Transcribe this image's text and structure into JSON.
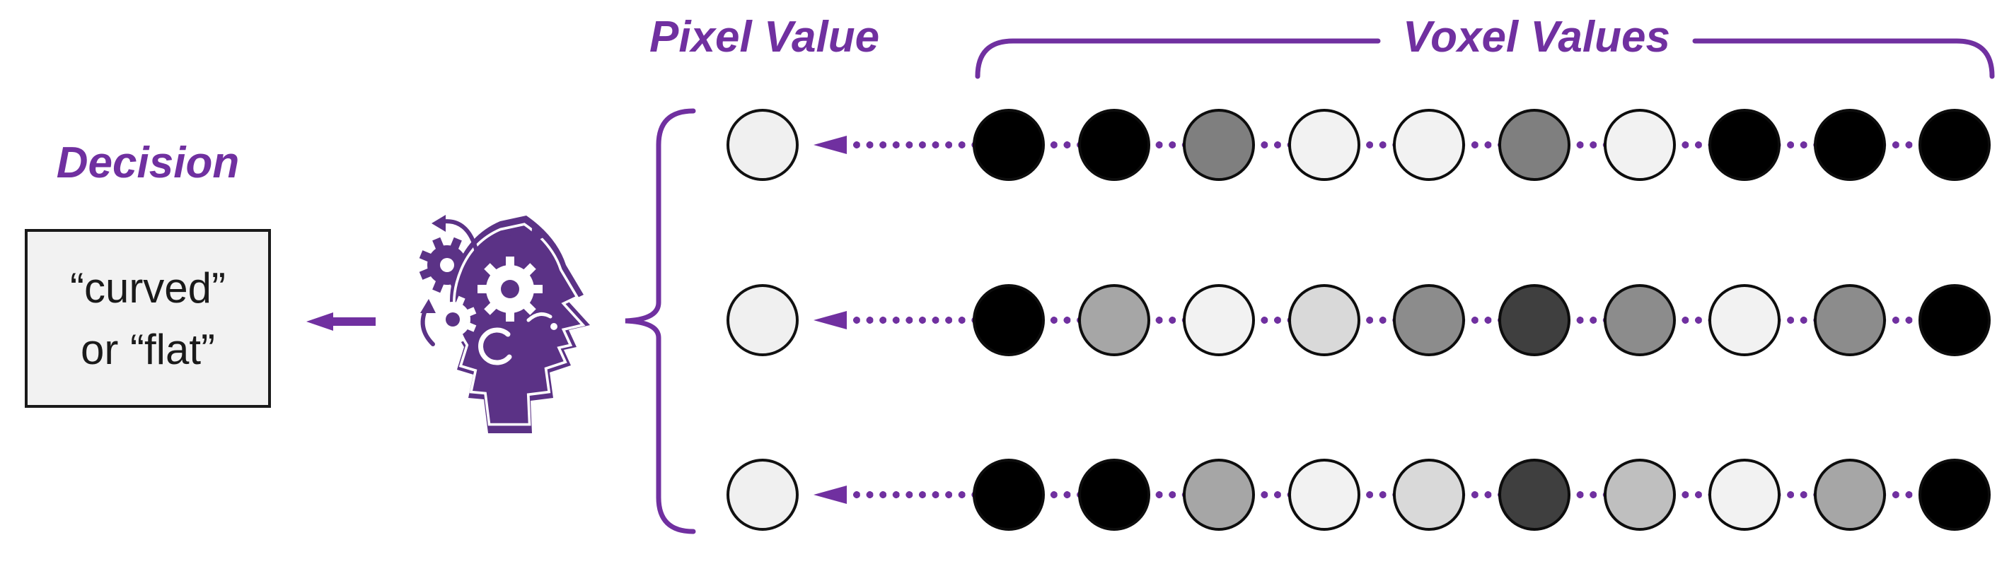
{
  "labels": {
    "decision": "Decision",
    "pixel_value": "Pixel Value",
    "voxel_values": "Voxel Values"
  },
  "decision_box": {
    "text_line1": "“curved”",
    "text_line2": "or “flat”"
  },
  "icons": {
    "head": "thinking-head-with-gears-icon",
    "decision_arrow": "left-block-arrow-icon",
    "row_arrow": "left-arrowhead-icon",
    "left_brace": "curly-brace-left",
    "top_bracket": "voxel-values-bracket"
  },
  "colors": {
    "accent_purple": "#7030a0",
    "icon_purple": "#5b3286",
    "box_fill": "#f2f2f2",
    "box_border": "#1a1a1a",
    "pixel_circle_fill": "#f0f0f0",
    "circle_outline": "#0d0d0d"
  },
  "rows": [
    {
      "pixel_color": "#f0f0f0",
      "voxel_colors": [
        "#000000",
        "#000000",
        "#7f7f7f",
        "#f2f2f2",
        "#f2f2f2",
        "#7f7f7f",
        "#f2f2f2",
        "#000000",
        "#000000",
        "#000000"
      ]
    },
    {
      "pixel_color": "#f0f0f0",
      "voxel_colors": [
        "#000000",
        "#a6a6a6",
        "#f2f2f2",
        "#d9d9d9",
        "#8c8c8c",
        "#3f3f3f",
        "#8c8c8c",
        "#f2f2f2",
        "#8c8c8c",
        "#000000"
      ]
    },
    {
      "pixel_color": "#f0f0f0",
      "voxel_colors": [
        "#000000",
        "#000000",
        "#a6a6a6",
        "#f2f2f2",
        "#d9d9d9",
        "#3f3f3f",
        "#bfbfbf",
        "#f2f2f2",
        "#a6a6a6",
        "#000000"
      ]
    }
  ],
  "row_centers_y": [
    205,
    453,
    700
  ]
}
